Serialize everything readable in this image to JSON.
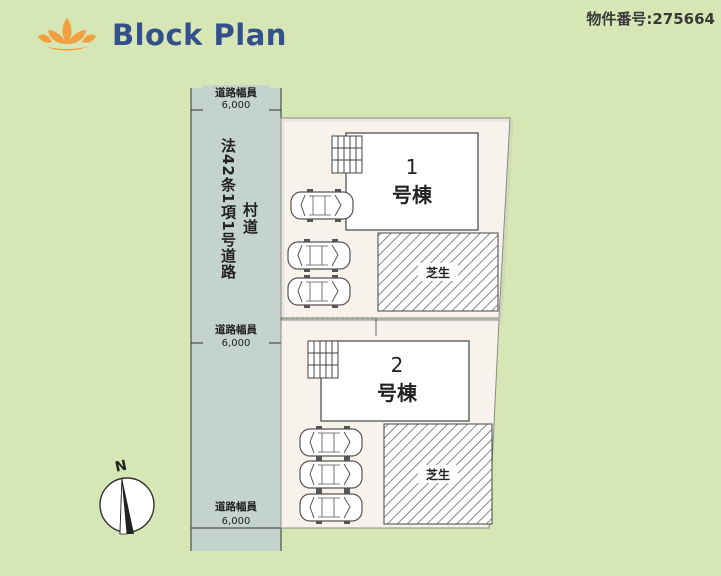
{
  "header": {
    "title": "Block Plan",
    "property_number": "物件番号:275664"
  },
  "road": {
    "width_label": "道路幅員",
    "width_value": "6,000",
    "name_main": "法42条1項1号道路",
    "name_sub": "村道"
  },
  "buildings": [
    {
      "number": "1",
      "name": "号棟",
      "lawn_label": "芝生"
    },
    {
      "number": "2",
      "name": "号棟",
      "lawn_label": "芝生"
    }
  ],
  "compass": {
    "label": "N"
  },
  "colors": {
    "background": "#d6e6b4",
    "road": "#c5d3cf",
    "lot": "#f7f3ec",
    "title": "#33508c",
    "logo": "#f0a040"
  }
}
